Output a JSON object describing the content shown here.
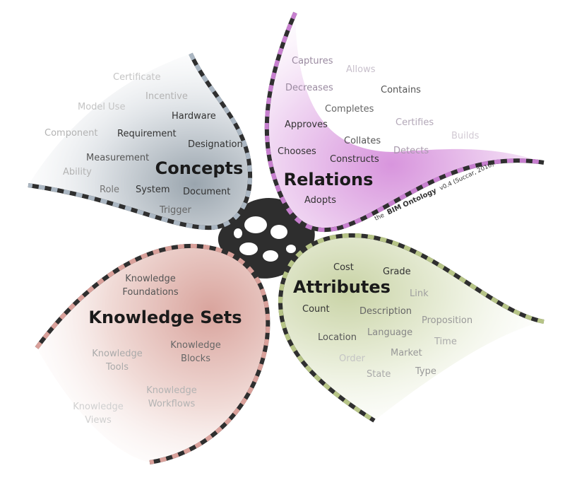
{
  "caption": {
    "prefix": "the",
    "name": "BIM Ontology",
    "version": "v0.4 (Succar, 2016)"
  },
  "colors": {
    "concepts": "#aab6c2",
    "relations": "#c77fcf",
    "attributes": "#b6c486",
    "knowledge_sets": "#d9a09a",
    "dark": "#333333",
    "mid": "#888888",
    "light": "#c4c4c4"
  },
  "petals": {
    "concepts": {
      "title": "Concepts",
      "terms": [
        "Certificate",
        "Incentive",
        "Model Use",
        "Hardware",
        "Component",
        "Requirement",
        "Designation",
        "Measurement",
        "Ability",
        "Role",
        "System",
        "Document",
        "Trigger"
      ]
    },
    "relations": {
      "title": "Relations",
      "terms": [
        "Captures",
        "Allows",
        "Decreases",
        "Contains",
        "Completes",
        "Approves",
        "Certifies",
        "Builds",
        "Collates",
        "Chooses",
        "Constructs",
        "Detects",
        "Adopts"
      ]
    },
    "attributes": {
      "title": "Attributes",
      "terms": [
        "Cost",
        "Grade",
        "Link",
        "Count",
        "Description",
        "Proposition",
        "Location",
        "Language",
        "Time",
        "Market",
        "Order",
        "State",
        "Type"
      ]
    },
    "knowledge_sets": {
      "title": "Knowledge Sets",
      "terms": [
        "Knowledge",
        "Foundations",
        "Knowledge",
        "Tools",
        "Knowledge",
        "Blocks",
        "Knowledge",
        "Workflows",
        "Knowledge",
        "Views"
      ]
    }
  }
}
